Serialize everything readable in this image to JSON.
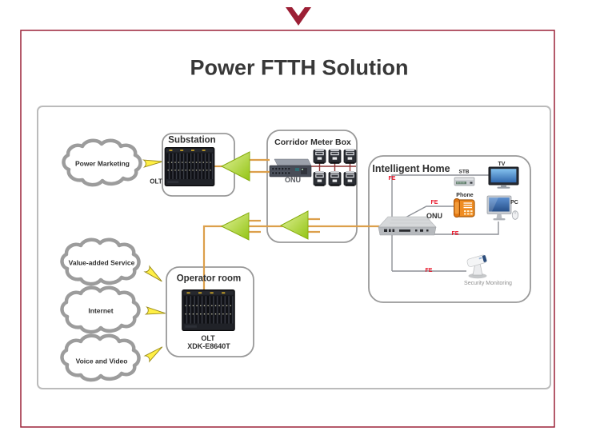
{
  "header": {
    "title": "Power FTTH Solution"
  },
  "clouds": [
    {
      "label": "Power Marketing"
    },
    {
      "label": "Value-added Service"
    },
    {
      "label": "Internet"
    },
    {
      "label": "Voice and Video"
    }
  ],
  "substation": {
    "title": "Substation",
    "device": "OLT"
  },
  "corridor_meter_box": {
    "title": "Corridor Meter Box",
    "device": "ONU"
  },
  "operator_room": {
    "title": "Operator room",
    "device": "OLT",
    "model": "XDK-E8640T"
  },
  "intelligent_home": {
    "title": "Intelligent Home",
    "onu": "ONU",
    "stb": "STB",
    "tv": "TV",
    "phone": "Phone",
    "pc": "PC",
    "security": "Security Monitoring",
    "links": [
      {
        "label": "FE"
      },
      {
        "label": "FE"
      },
      {
        "label": "FE"
      },
      {
        "label": "FE"
      }
    ]
  },
  "colors": {
    "frame_red": "#9c2238",
    "fiber_orange": "#dc9f4b",
    "splitter_green": "#a8cc2a",
    "fe_red": "#e8192c",
    "meter_bus_red": "#8b3232",
    "box_border_gray": "#999999"
  }
}
